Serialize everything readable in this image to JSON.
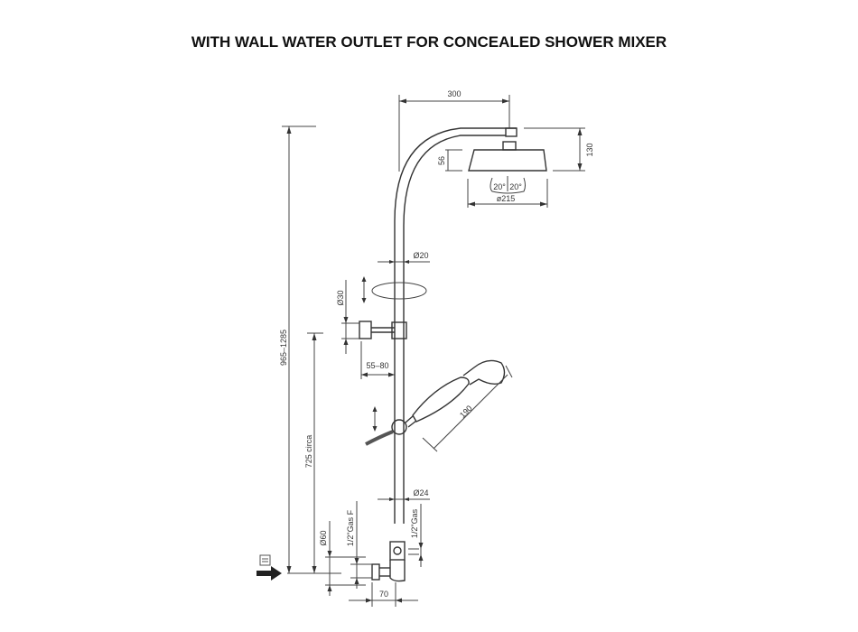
{
  "title": "WITH WALL WATER OUTLET FOR CONCEALED SHOWER MIXER",
  "dimensions": {
    "arm_reach": "300",
    "head_height": "130",
    "head_thickness": "56",
    "tilt_left": "20°",
    "tilt_right": "20°",
    "head_diameter": "ø215",
    "pipe_diameter": "Ø20",
    "bracket_diameter": "Ø30",
    "bracket_distance": "55–80",
    "total_height": "965–1285",
    "outlet_height": "725 circa",
    "hand_shower_length": "190",
    "lower_pipe_diameter": "Ø24",
    "outlet_diameter": "Ø60",
    "inlet_thread": "1/2\"Gas F",
    "outlet_thread": "1/2\"Gas",
    "outlet_distance": "70"
  }
}
